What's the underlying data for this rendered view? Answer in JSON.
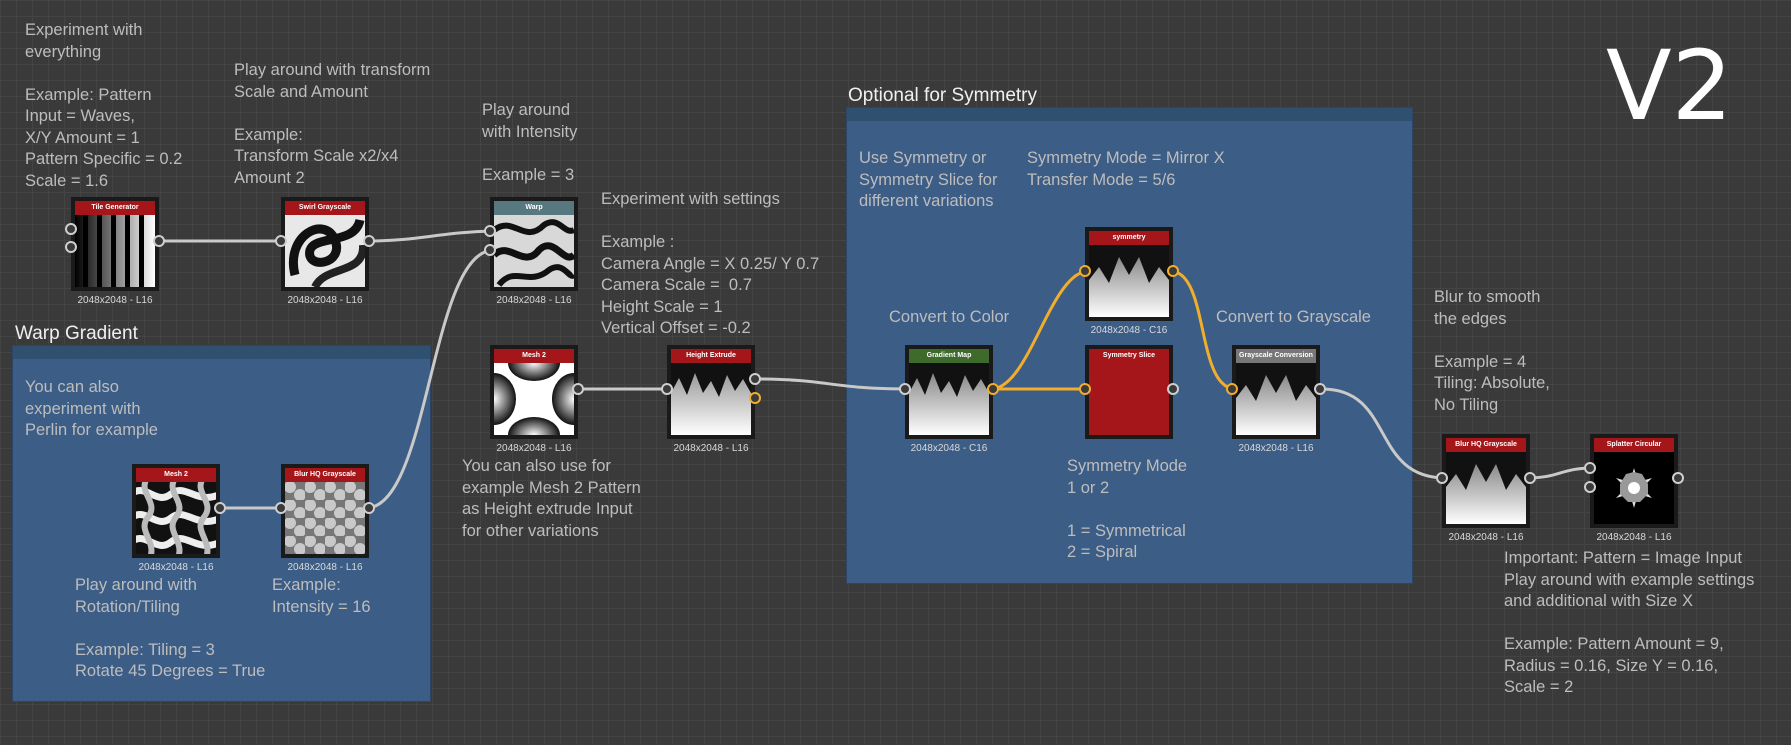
{
  "version_label": "V2",
  "frames": {
    "warp": {
      "title": "Warp Gradient"
    },
    "symmetry": {
      "title": "Optional for Symmetry"
    }
  },
  "comments": {
    "tile": "Experiment with\neverything\n\nExample: Pattern\nInput = Waves,\nX/Y Amount = 1\nPattern Specific = 0.2\nScale = 1.6",
    "swirl": "Play around with transform\nScale and Amount\n\nExample:\nTransform Scale x2/x4\nAmount 2",
    "warp": "Play around\nwith Intensity\n\nExample = 3",
    "settings": "Experiment with settings\n\nExample :\nCamera Angle = X 0.25/ Y 0.7\nCamera Scale =  0.7\nHeight Scale = 1\nVertical Offset = -0.2",
    "perlin": "You can also\nexperiment with\nPerlin for example",
    "rotation": "Play around with\nRotation/Tiling\n\nExample: Tiling = 3\nRotate 45 Degrees = True",
    "intensity16": "Example:\nIntensity = 16",
    "mesh_alt": "You can also use for\nexample Mesh 2 Pattern\nas Height extrude Input\nfor other variations",
    "sym_use": "Use Symmetry or\nSymmetry Slice for\ndifferent variations",
    "sym_mode": "Symmetry Mode = Mirror X\nTransfer Mode = 5/6",
    "to_color": "Convert to Color",
    "to_gray": "Convert to Grayscale",
    "sym_mode2": "Symmetry Mode\n1 or 2\n\n1 = Symmetrical\n2 = Spiral",
    "blur": "Blur to smooth\nthe edges\n\nExample = 4\nTiling: Absolute,\nNo Tiling",
    "splatter": "Important: Pattern = Image Input\nPlay around with example settings\nand additional with Size X\n\nExample: Pattern Amount = 9,\nRadius = 0.16, Size Y = 0.16,\nScale = 2"
  },
  "nodes": {
    "tile_generator": {
      "title": "Tile Generator",
      "res": "2048x2048 - L16",
      "color": "#a4161a"
    },
    "swirl_grayscale": {
      "title": "Swirl Grayscale",
      "res": "2048x2048 - L16",
      "color": "#a4161a"
    },
    "warp": {
      "title": "Warp",
      "res": "2048x2048 - L16",
      "color": "#56787e"
    },
    "mesh2_top": {
      "title": "Mesh 2",
      "res": "2048x2048 - L16",
      "color": "#a4161a"
    },
    "height_extrude": {
      "title": "Height Extrude",
      "res": "2048x2048 - L16",
      "color": "#a4161a"
    },
    "gradient_map": {
      "title": "Gradient Map",
      "res": "2048x2048 - C16",
      "color": "#3e6a2c"
    },
    "symmetry": {
      "title": "symmetry",
      "res": "2048x2048 - C16",
      "color": "#a4161a"
    },
    "symmetry_slice": {
      "title": "Symmetry Slice",
      "res": "",
      "color": "#a4161a"
    },
    "grayscale_conversion": {
      "title": "Grayscale Conversion",
      "res": "2048x2048 - L16",
      "color": "#777777"
    },
    "mesh2_bottom": {
      "title": "Mesh 2",
      "res": "2048x2048 - L16",
      "color": "#a4161a"
    },
    "blur_hq_left": {
      "title": "Blur HQ Grayscale",
      "res": "2048x2048 - L16",
      "color": "#a4161a"
    },
    "blur_hq_right": {
      "title": "Blur HQ Grayscale",
      "res": "2048x2048 - L16",
      "color": "#a4161a"
    },
    "splatter_circular": {
      "title": "Splatter Circular",
      "res": "2048x2048 - L16",
      "color": "#a4161a"
    }
  }
}
